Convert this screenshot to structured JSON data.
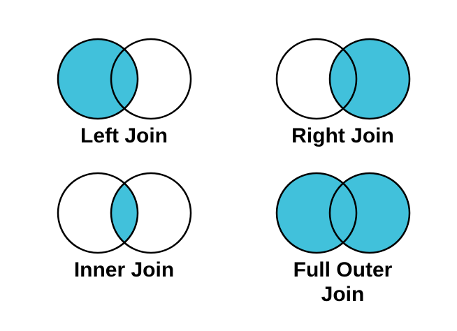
{
  "page": {
    "background": "#ffffff"
  },
  "colors": {
    "highlight": "#41C1DB",
    "empty": "#ffffff",
    "outline": "#000000",
    "label_text": "#000000"
  },
  "diagrams": [
    {
      "id": "left-join",
      "label": "Left Join",
      "left_fill": "#41C1DB",
      "right_fill": "#ffffff",
      "intersection_fill": "#41C1DB",
      "highlighted_regions": "left circle and intersection"
    },
    {
      "id": "right-join",
      "label": "Right Join",
      "left_fill": "#ffffff",
      "right_fill": "#41C1DB",
      "intersection_fill": "#41C1DB",
      "highlighted_regions": "right circle and intersection"
    },
    {
      "id": "inner-join",
      "label": "Inner Join",
      "left_fill": "#ffffff",
      "right_fill": "#ffffff",
      "intersection_fill": "#41C1DB",
      "highlighted_regions": "intersection only"
    },
    {
      "id": "full-outer-join",
      "label": "Full Outer Join",
      "left_fill": "#41C1DB",
      "right_fill": "#41C1DB",
      "intersection_fill": "#41C1DB",
      "highlighted_regions": "both circles and intersection"
    }
  ]
}
